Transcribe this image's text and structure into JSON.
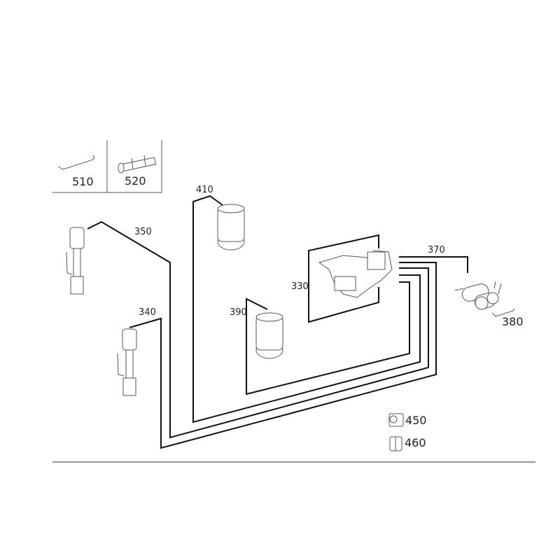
{
  "diagram": {
    "accessory_table": {
      "items": [
        {
          "part_no": "510"
        },
        {
          "part_no": "520"
        }
      ]
    },
    "callouts": {
      "p330": "330",
      "p340": "340",
      "p350": "350",
      "p370": "370",
      "p380": "380",
      "p390": "390",
      "p410": "410",
      "p450": "450",
      "p460": "460"
    },
    "colors": {
      "leader": "#111111",
      "part_outline": "#555555",
      "rule": "#777777"
    }
  }
}
